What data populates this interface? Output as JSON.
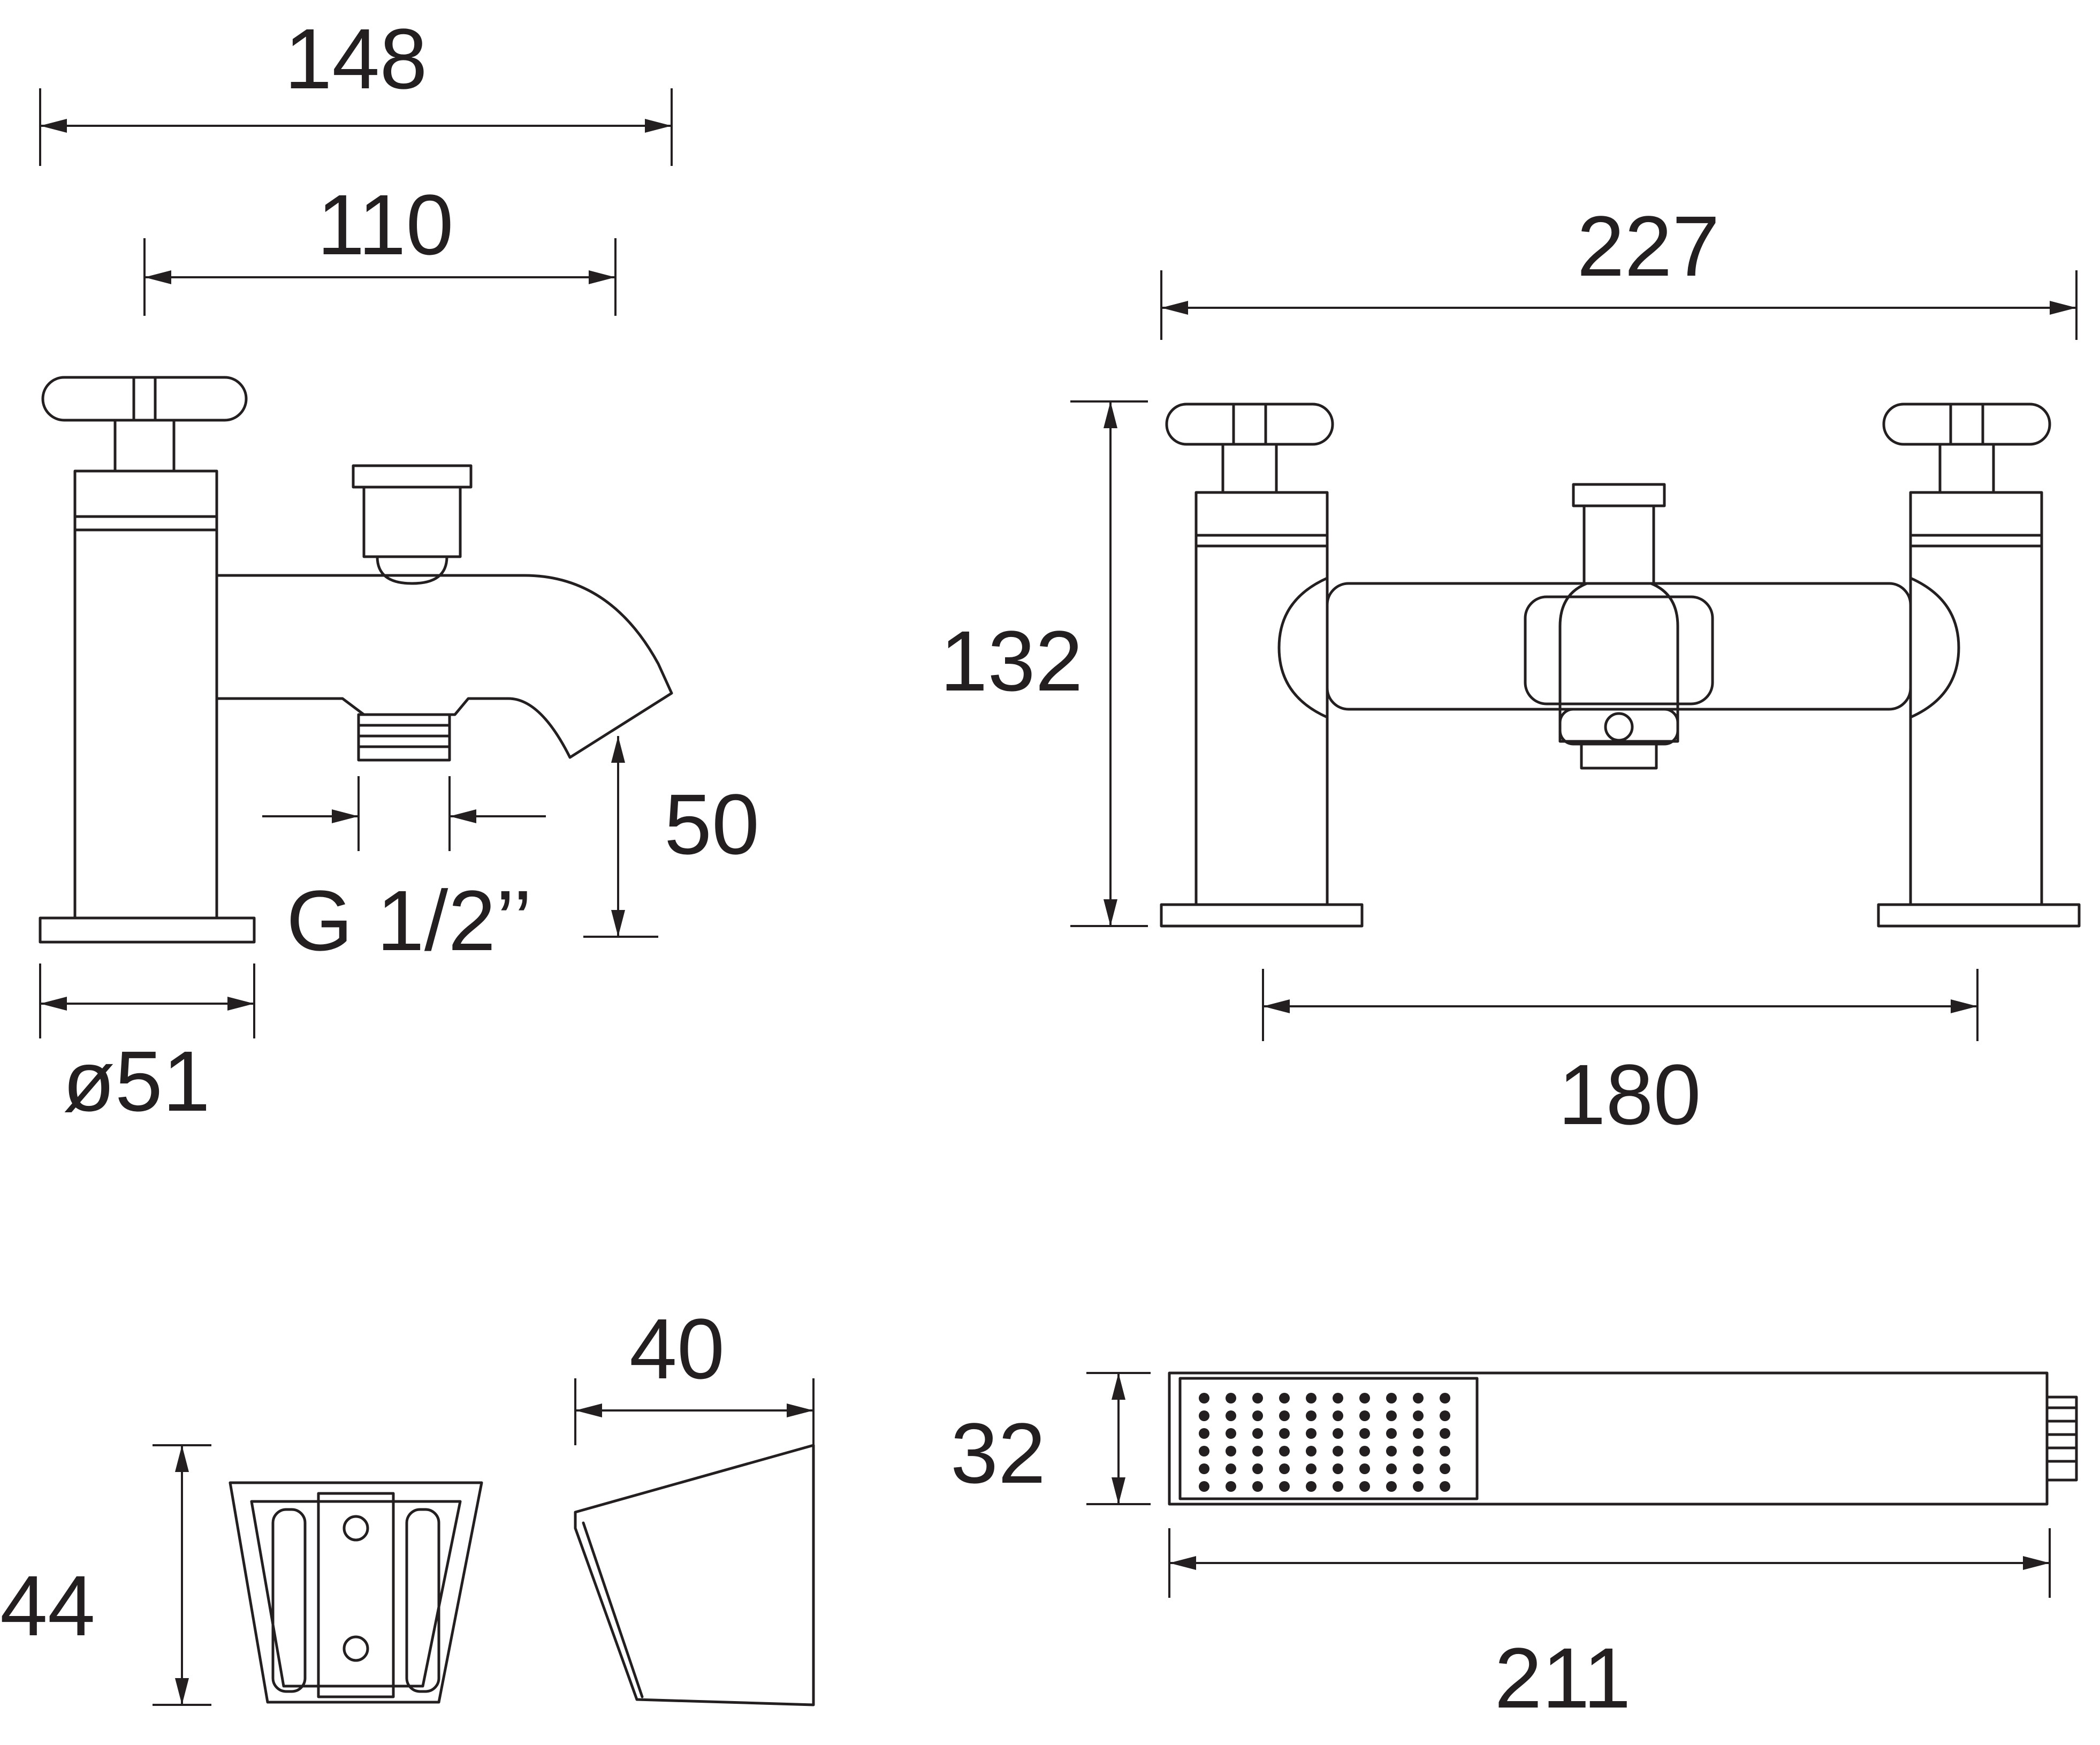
{
  "colors": {
    "ink": "#231f20",
    "paper": "#ffffff"
  },
  "dimensions": {
    "overall_depth": "148",
    "spout_reach": "110",
    "overall_width": "227",
    "height": "132",
    "spout_height": "50",
    "outlet_thread": "G 1/2’’",
    "base_diameter": "ø51",
    "centres": "180",
    "holder_height": "44",
    "holder_depth": "40",
    "handset_width": "32",
    "handset_length": "211"
  }
}
